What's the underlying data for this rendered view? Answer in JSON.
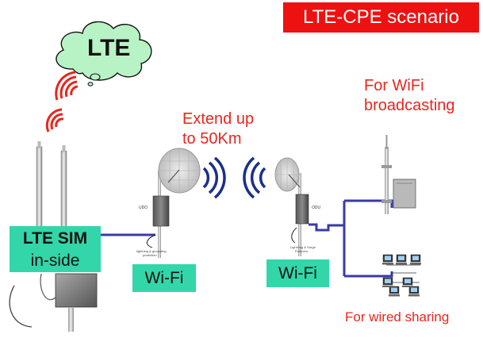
{
  "title": "LTE-CPE scenario",
  "cloud_label": "LTE",
  "lte_sim": {
    "line1": "LTE SIM",
    "line2": "in-side"
  },
  "extend_label": {
    "line1": "Extend up",
    "line2": "to 50Km"
  },
  "wifi_broadcast_label": {
    "line1": "For WiFi",
    "line2": "broadcasting"
  },
  "wired_label": "For wired sharing",
  "wifi_label_left": "Wi-Fi",
  "wifi_label_right": "Wi-Fi",
  "device_tags": {
    "left_odu": "UDO",
    "right_odu": "ODU",
    "left_caption": "Lightning & grounding protection",
    "right_caption": "Lightning & Surge Protector"
  },
  "colors": {
    "title_bg": "#ee1111",
    "accent_red": "#e8261f",
    "label_green": "#33d6a9",
    "cloud_green": "#b8f3c6",
    "cable_blue": "#3a3aa8"
  }
}
